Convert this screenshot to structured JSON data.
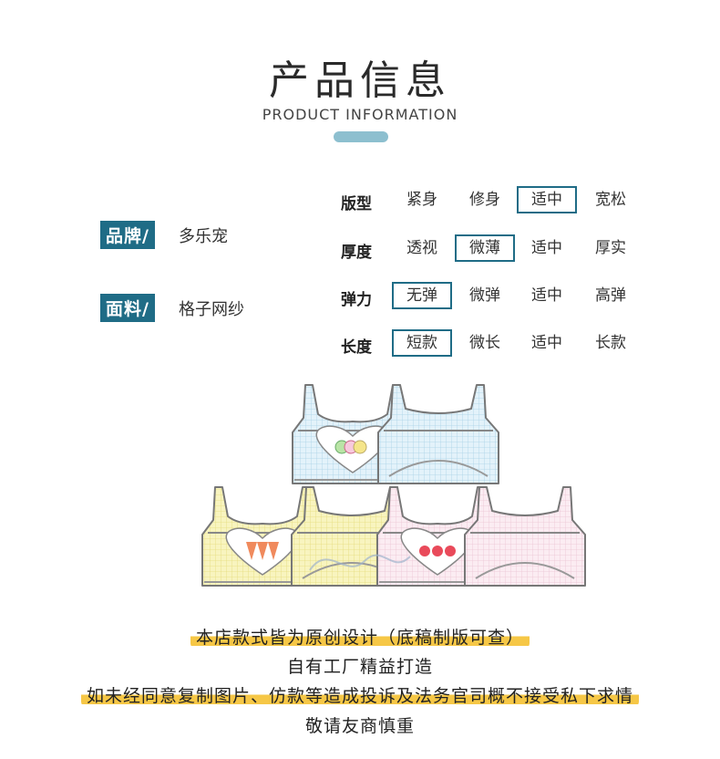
{
  "header": {
    "title_cn": "产品信息",
    "title_en": "PRODUCT INFORMATION"
  },
  "info": {
    "brand_label": "品牌/",
    "brand_value": "多乐宠",
    "fabric_label": "面料/",
    "fabric_value": "格子网纱"
  },
  "specs": [
    {
      "label": "版型",
      "options": [
        "紧身",
        "修身",
        "适中",
        "宽松"
      ],
      "selected": 2
    },
    {
      "label": "厚度",
      "options": [
        "透视",
        "微薄",
        "适中",
        "厚实"
      ],
      "selected": 1
    },
    {
      "label": "弹力",
      "options": [
        "无弹",
        "微弹",
        "适中",
        "高弹"
      ],
      "selected": 0
    },
    {
      "label": "长度",
      "options": [
        "短款",
        "微长",
        "适中",
        "长款"
      ],
      "selected": 0
    }
  ],
  "notice": {
    "line1": "本店款式皆为原创设计（底稿制版可查）",
    "line2": "自有工厂精益打造",
    "line3": "如未经同意复制图片、仿款等造成投诉及法务官司概不接受私下求情",
    "line4": "敬请友商慎重"
  },
  "colors": {
    "accent": "#1f6c86",
    "bar": "#8dbfcf",
    "highlight": "#f6c746",
    "garment_blue": "#d6ecf6",
    "garment_yellow": "#f6f2b2",
    "garment_pink": "#f8e6ee"
  },
  "garments": [
    {
      "color": "blue",
      "print": "heart-fruit"
    },
    {
      "color": "blue",
      "print": "plain-back"
    },
    {
      "color": "yellow",
      "print": "heart-carrot"
    },
    {
      "color": "yellow",
      "print": "plain-back"
    },
    {
      "color": "pink",
      "print": "heart-strawberry"
    },
    {
      "color": "pink",
      "print": "plain-back"
    }
  ]
}
